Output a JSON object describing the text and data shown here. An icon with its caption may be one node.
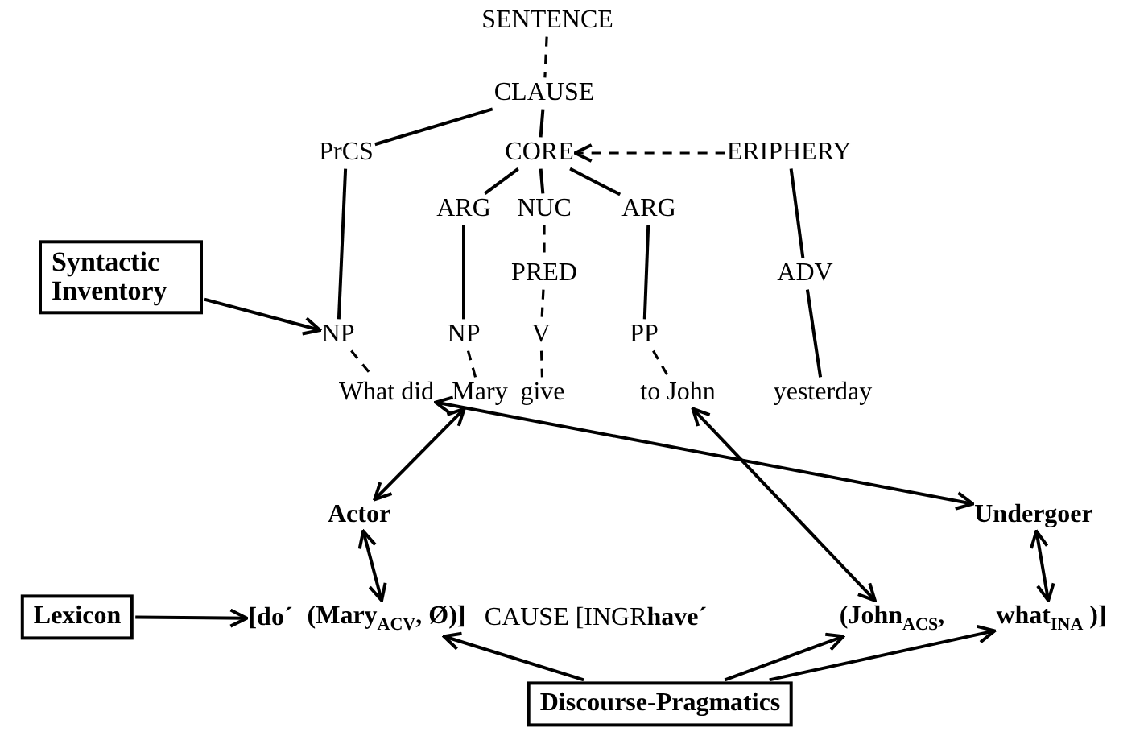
{
  "diagram": {
    "nodes": [
      {
        "text": [
          "SENTENCE"
        ]
      },
      {
        "text": [
          "CLAUSE"
        ]
      },
      {
        "text": [
          "PrCS"
        ]
      },
      {
        "text": [
          "CORE"
        ]
      },
      {
        "text": [
          "ERIPHERY"
        ]
      },
      {
        "text": [
          "ARG"
        ]
      },
      {
        "text": [
          "NUC"
        ]
      },
      {
        "text": [
          "ARG"
        ]
      },
      {
        "text": [
          "PRED"
        ]
      },
      {
        "text": [
          "ADV"
        ]
      },
      {
        "text": [
          "NP"
        ]
      },
      {
        "text": [
          "NP"
        ]
      },
      {
        "text": [
          "V"
        ]
      },
      {
        "text": [
          "PP"
        ]
      },
      {
        "text": [
          "What did"
        ]
      },
      {
        "text": [
          "Mary"
        ]
      },
      {
        "text": [
          "give"
        ]
      },
      {
        "text": [
          "to John"
        ]
      },
      {
        "text": [
          "yesterday"
        ]
      },
      {
        "text": [
          "Syntactic Inventory"
        ]
      },
      {
        "text": [
          "Actor"
        ]
      },
      {
        "text": [
          "Undergoer"
        ]
      },
      {
        "text": [
          "Lexicon"
        ]
      },
      {
        "text": [
          "Discourse-Pragmatics"
        ]
      },
      {
        "text": [
          "[**do´**"
        ]
      },
      {
        "text": [
          "(Mary$_{ACV}$, Ø)]"
        ]
      },
      {
        "text": [
          "(John$_{ACS}$,"
        ]
      },
      {
        "text": [
          "**what**$_{INA}$ )]"
        ]
      }
    ],
    "edges": [
      {
        "from": 0,
        "to": 1,
        "arrow": "none",
        "style": "dashed"
      },
      {
        "from": 1,
        "to": 2,
        "arrow": "none"
      },
      {
        "from": 1,
        "to": 3,
        "arrow": "none"
      },
      {
        "from": 4,
        "to": 3,
        "arrow": "to",
        "style": "dashed"
      },
      {
        "from": 3,
        "to": 5,
        "arrow": "none"
      },
      {
        "from": 3,
        "to": 6,
        "arrow": "none"
      },
      {
        "from": 3,
        "to": 7,
        "arrow": "none"
      },
      {
        "from": 6,
        "to": 8,
        "arrow": "none",
        "style": "dashed"
      },
      {
        "from": 4,
        "to": 9,
        "arrow": "none"
      },
      {
        "from": 2,
        "to": 10,
        "arrow": "none"
      },
      {
        "from": 5,
        "to": 11,
        "arrow": "none"
      },
      {
        "from": 8,
        "to": 12,
        "arrow": "none",
        "style": "dashed"
      },
      {
        "from": 7,
        "to": 13,
        "arrow": "none"
      },
      {
        "from": 10,
        "to": 14,
        "arrow": "none",
        "style": "dashed"
      },
      {
        "from": 11,
        "to": 15,
        "arrow": "none",
        "style": "dashed"
      },
      {
        "from": 12,
        "to": 16,
        "arrow": "none",
        "style": "dashed"
      },
      {
        "from": 13,
        "to": 17,
        "arrow": "none",
        "style": "dashed"
      },
      {
        "from": 9,
        "to": 18,
        "arrow": "none"
      },
      {
        "from": 19,
        "to": 10,
        "arrow": "to"
      },
      {
        "from": 14,
        "to": 21,
        "arrow": "both"
      },
      {
        "from": 15,
        "to": 20,
        "arrow": "both"
      },
      {
        "from": 17,
        "to": 26,
        "arrow": "both"
      },
      {
        "from": 20,
        "to": 25,
        "arrow": "both"
      },
      {
        "from": 21,
        "to": 27,
        "arrow": "both"
      },
      {
        "from": 22,
        "to": 24,
        "arrow": "to"
      },
      {
        "from": 23,
        "to": 25,
        "arrow": "to"
      },
      {
        "from": 23,
        "to": 26,
        "arrow": "to"
      },
      {
        "from": 23,
        "to": 27,
        "arrow": "to"
      }
    ],
    "labels": [
      "CAUSE [INGR**have´**"
    ]
  }
}
